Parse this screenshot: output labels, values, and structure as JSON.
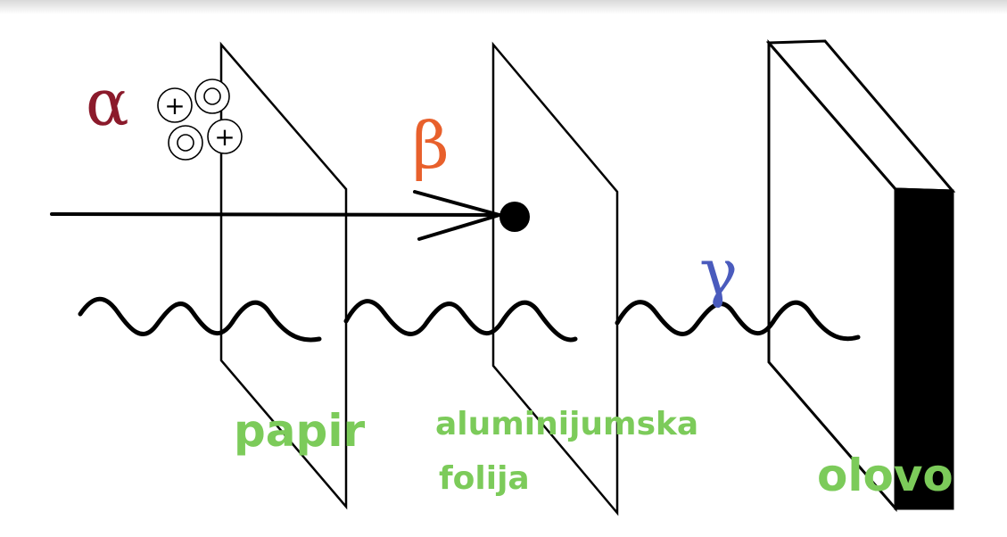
{
  "symbols": {
    "alpha": "α",
    "beta": "β",
    "gamma": "γ"
  },
  "labels": {
    "paper": "papir",
    "foil_line1": "aluminijumska",
    "foil_line2": "folija",
    "lead": "olovo"
  },
  "alpha_particle_signs": [
    "+",
    "+"
  ],
  "colors": {
    "alpha": "#8b1a2b",
    "beta": "#e8602c",
    "gamma": "#4a5bbd",
    "label": "#7ccb5a",
    "line": "#000000"
  }
}
